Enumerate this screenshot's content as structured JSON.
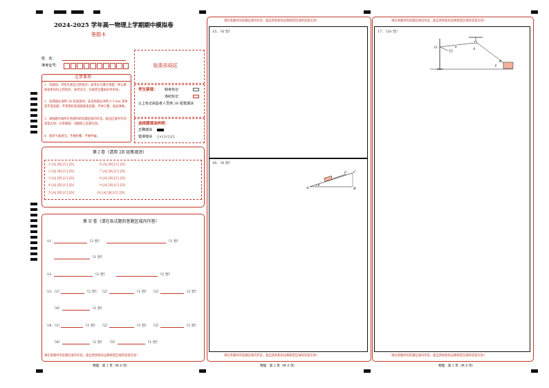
{
  "header": {
    "title": "2024-2025 学年高一物理上学期期中模拟卷",
    "subtitle": "答题卡"
  },
  "student": {
    "name_label": "姓　名：",
    "id_label": "准考证号："
  },
  "barcode_area": "贴条形码区",
  "notice": {
    "title": "注意事项",
    "items": [
      "1．答题前，考生先将自己的姓名，准考证号填写清楚，并认真核准条形码上的姓名、准考证号，在规定位置贴好条形码。",
      "2．选择题必须用 2B 铅笔填涂；非选择题必须用 0.5 mm 黑色签字笔答题，不得用铅笔或圆珠笔答题；字体工整、笔迹清晰。",
      "3．请按题号顺序在各题目的答题区域内作答，超出区域书写的答案无效；在草稿纸、试题卷上答题无效。",
      "4．保持卡面清洁，不要折叠、不要弄破。"
    ]
  },
  "forbidden": {
    "label": "考生禁填：",
    "absent": "缺考标记",
    "violation": "违纪标记",
    "note": "以上标记由监考人员用 2B 铅笔填涂"
  },
  "fill_example": {
    "title": "选择题填涂样例：",
    "correct": "正确填涂",
    "wrong": "错误填涂",
    "wrong_marks": "[×] [√] [/]"
  },
  "section1": {
    "title": "第 I 卷（请用 2B 铅笔填涂）",
    "rows": [
      [
        "1 [A] [B] [C] [D]",
        "6 [A] [B] [C] [D]"
      ],
      [
        "2 [A] [B] [C] [D]",
        "7 [A] [B] [C] [D]"
      ],
      [
        "3 [A] [B] [C] [D]",
        "8 [A] [B] [C] [D]"
      ],
      [
        "4 [A] [B] [C] [D]",
        "9 [A] [B] [C] [D]"
      ],
      [
        "5 [A] [B] [C] [D]",
        "10 [A] [B] [C] [D]"
      ]
    ]
  },
  "section2": {
    "title": "第 II 卷（请在各试题的答题区域内作答）",
    "q11_label": "11.",
    "q11_p1": "（2 分）",
    "q11_p2": "（1 分）",
    "q11_p3": "（1 分）",
    "q12_label": "12.",
    "q12_p1": "（2 分）",
    "q12_p2": "（2 分）",
    "q13_label": "13.",
    "q13_a": "（1）",
    "q13_a_pts": "（2 分）",
    "q13_b": "（2）",
    "q13_b_pts": "（1 分）",
    "q13_c": "（3）",
    "q13_c_pts": "（2 分）",
    "q13_d": "（4）",
    "q13_d_pts": "（1 分）",
    "q14_label": "14.",
    "q14_a": "（1）",
    "q14_a_pts": "（1 分）",
    "q14_b": "（2）",
    "q14_b_pts": "（1 分）",
    "q14_c": "（3）",
    "q14_c_pts": "（1 分）",
    "q14_d": "（4）",
    "q14_d_pts": "（2 分）",
    "q14_e": "（5）",
    "q14_e_pts": "（1 分）"
  },
  "warning": "请在各题目的答题区域内作答，超出黑色矩形边框限定区域的答案无效！",
  "q15": {
    "label": "15．（8 分）"
  },
  "q16": {
    "label": "16．（8 分）",
    "points": {
      "a": "A",
      "b": "B",
      "c": "C",
      "f": "F",
      "theta": "θ"
    }
  },
  "q17": {
    "label": "17．（10 分）",
    "points": {
      "o": "O",
      "a": "A",
      "b": "B",
      "angle": "α",
      "beta": "β"
    }
  },
  "footers": {
    "p1": "物理　第 1 页（共 6 页）",
    "p2": "物理　第 2 页（共 6 页）",
    "p3": "物理　第 3 页（共 6 页）"
  },
  "colors": {
    "accent": "#c0392b",
    "mark": "#111111"
  }
}
